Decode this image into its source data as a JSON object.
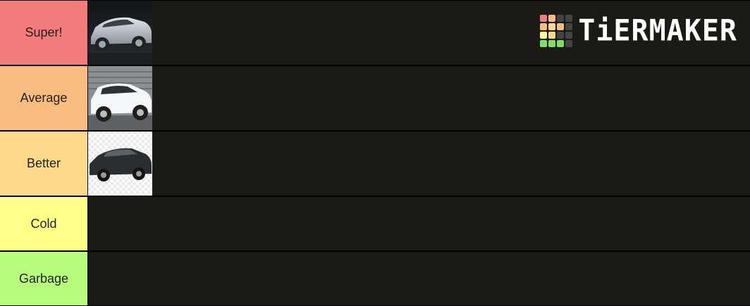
{
  "logo": {
    "text": "TiERMAKER"
  },
  "tiers": [
    {
      "label": "Super!",
      "color": "#f27c7b",
      "items": [
        "silver-sedan"
      ]
    },
    {
      "label": "Average",
      "color": "#f9bc7f",
      "items": [
        "white-suv"
      ]
    },
    {
      "label": "Better",
      "color": "#fdd98a",
      "items": [
        "black-sedan"
      ]
    },
    {
      "label": "Cold",
      "color": "#fdff86",
      "items": []
    },
    {
      "label": "Garbage",
      "color": "#b7fc7b",
      "items": []
    }
  ],
  "logo_grid_colors": [
    "#f27c7b",
    "#f9bc7f",
    "#444444",
    "#444444",
    "#f9bc7f",
    "#fdd98a",
    "#f9bc7f",
    "#444444",
    "#fdff86",
    "#fdd98a",
    "#444444",
    "#444444",
    "#7ee05e",
    "#7ee05e",
    "#7ee05e",
    "#444444"
  ]
}
